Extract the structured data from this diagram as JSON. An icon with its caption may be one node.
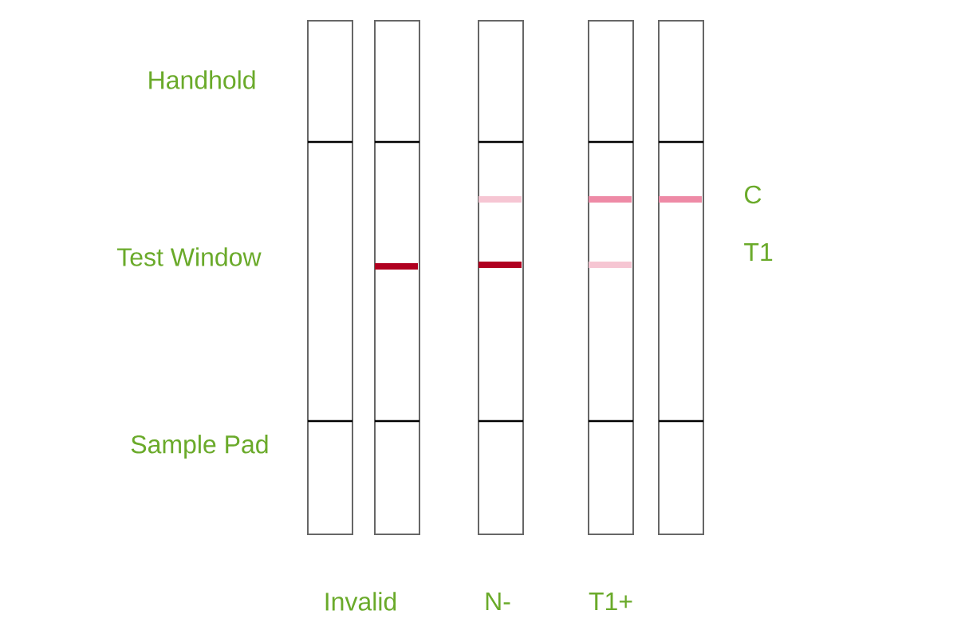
{
  "diagram": {
    "labels": [
      "Handhold",
      "Test Window",
      "Sample Pad",
      "C",
      "T1",
      "Invalid",
      "N-",
      "T1+"
    ]
  }
}
